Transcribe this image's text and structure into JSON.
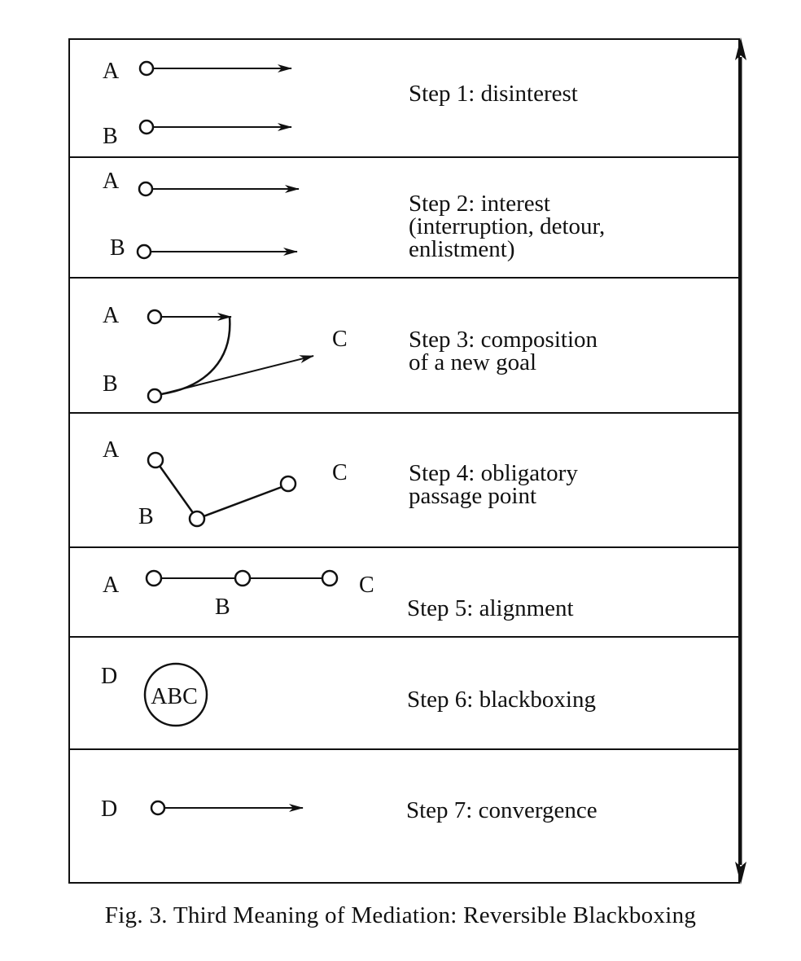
{
  "caption": "Fig. 3. Third Meaning of Mediation: Reversible Blackboxing",
  "steps": [
    {
      "id": "step1",
      "lines": [
        "Step 1:  disinterest"
      ],
      "labels": [
        "A",
        "B"
      ]
    },
    {
      "id": "step2",
      "lines": [
        "Step 2:  interest",
        "(interruption, detour,",
        "enlistment)"
      ],
      "labels": [
        "A",
        "B"
      ]
    },
    {
      "id": "step3",
      "lines": [
        "Step 3:  composition",
        "of a new goal"
      ],
      "labels": [
        "A",
        "B",
        "C"
      ]
    },
    {
      "id": "step4",
      "lines": [
        "Step 4: obligatory",
        "passage point"
      ],
      "labels": [
        "A",
        "B",
        "C"
      ]
    },
    {
      "id": "step5",
      "lines": [
        "Step 5:  alignment"
      ],
      "labels": [
        "A",
        "B",
        "C"
      ]
    },
    {
      "id": "step6",
      "lines": [
        "Step 6:  blackboxing"
      ],
      "labels": [
        "D"
      ],
      "box_label": "ABC"
    },
    {
      "id": "step7",
      "lines": [
        "Step 7:  convergence"
      ],
      "labels": [
        "D"
      ]
    }
  ]
}
